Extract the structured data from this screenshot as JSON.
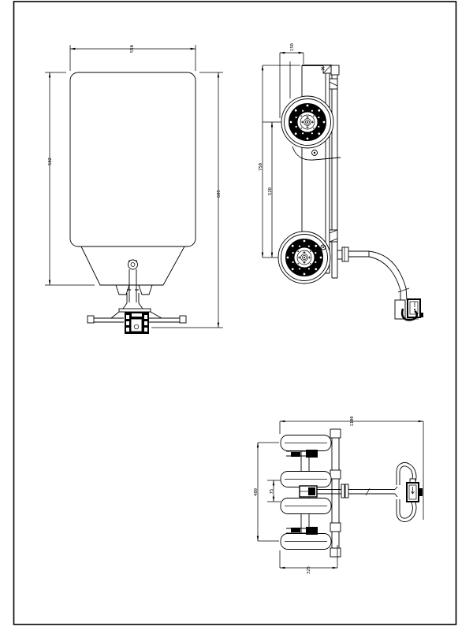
{
  "canvas": {
    "background": "#ffffff",
    "line_color": "#000000"
  },
  "dimensions": {
    "front_view": {
      "width_top": "550",
      "height_left": "502",
      "height_right": "605"
    },
    "side_view": {
      "depth_top": "150",
      "height_overall": "750",
      "height_axle": "520"
    },
    "plan_view": {
      "length_overall": "1100",
      "track_width": "480",
      "hub_gap": "75",
      "body_width": "325"
    }
  }
}
